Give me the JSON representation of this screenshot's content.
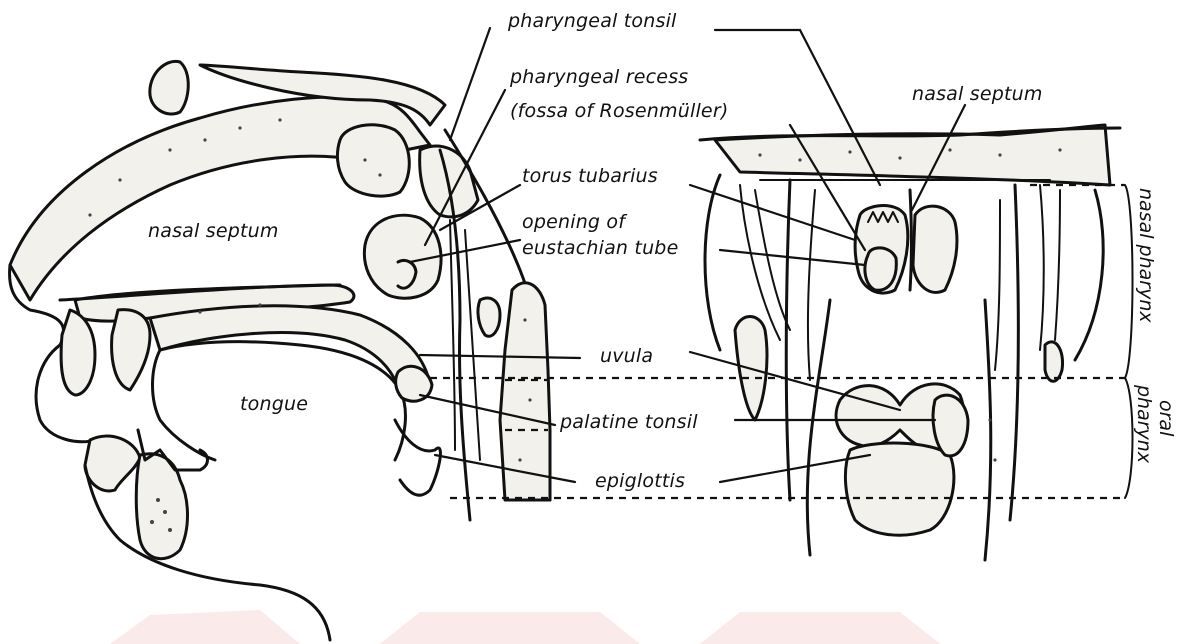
{
  "labels": {
    "pharyngeal_tonsil": "pharyngeal tonsil",
    "pharyngeal_recess": "pharyngeal recess",
    "fossa_of_rosenmuller": "(fossa of Rosenmüller)",
    "nasal_septum_right": "nasal septum",
    "torus_tubarius": "torus tubarius",
    "opening_of": "opening of",
    "eustachian_tube": "eustachian tube",
    "nasal_septum_left": "nasal septum",
    "uvula": "uvula",
    "tongue": "tongue",
    "palatine_tonsil": "palatine tonsil",
    "epiglottis": "epiglottis",
    "nasal_pharynx": "nasal pharynx",
    "oral": "oral",
    "pharynx": "pharynx"
  },
  "colors": {
    "ink": "#111111",
    "background": "#ffffff",
    "watermark": "#f6d6d6"
  }
}
